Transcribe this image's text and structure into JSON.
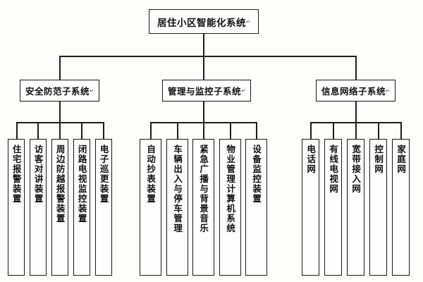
{
  "diagram": {
    "title": "居住小区智能化系统",
    "type": "organizational-hierarchy",
    "return_mark": "↵",
    "root": {
      "label": "居住小区智能化系统"
    },
    "branches": [
      {
        "label": "安全防范子系统",
        "leaves": [
          {
            "label": "住宅报警装置"
          },
          {
            "label": "访客对讲装置"
          },
          {
            "label": "周边防越报警装置"
          },
          {
            "label": "闭路电视监控装置"
          },
          {
            "label": "电子巡更装置"
          }
        ]
      },
      {
        "label": "管理与监控子系统",
        "leaves": [
          {
            "label": "自动抄表装置"
          },
          {
            "label": "车辆出入与停车管理"
          },
          {
            "label": "紧急广播与背景音乐"
          },
          {
            "label": "物业管理计算机系统"
          },
          {
            "label": "设备监控装置"
          }
        ]
      },
      {
        "label": "信息网络子系统",
        "leaves": [
          {
            "label": "电话网"
          },
          {
            "label": "有线电视网"
          },
          {
            "label": "宽带接入网"
          },
          {
            "label": "控制网"
          },
          {
            "label": "家庭网"
          }
        ]
      }
    ],
    "colors": {
      "background": "#fdfdfc",
      "box_fill": "#fefefe",
      "line": "#1a1a1a",
      "text": "#101010"
    }
  }
}
